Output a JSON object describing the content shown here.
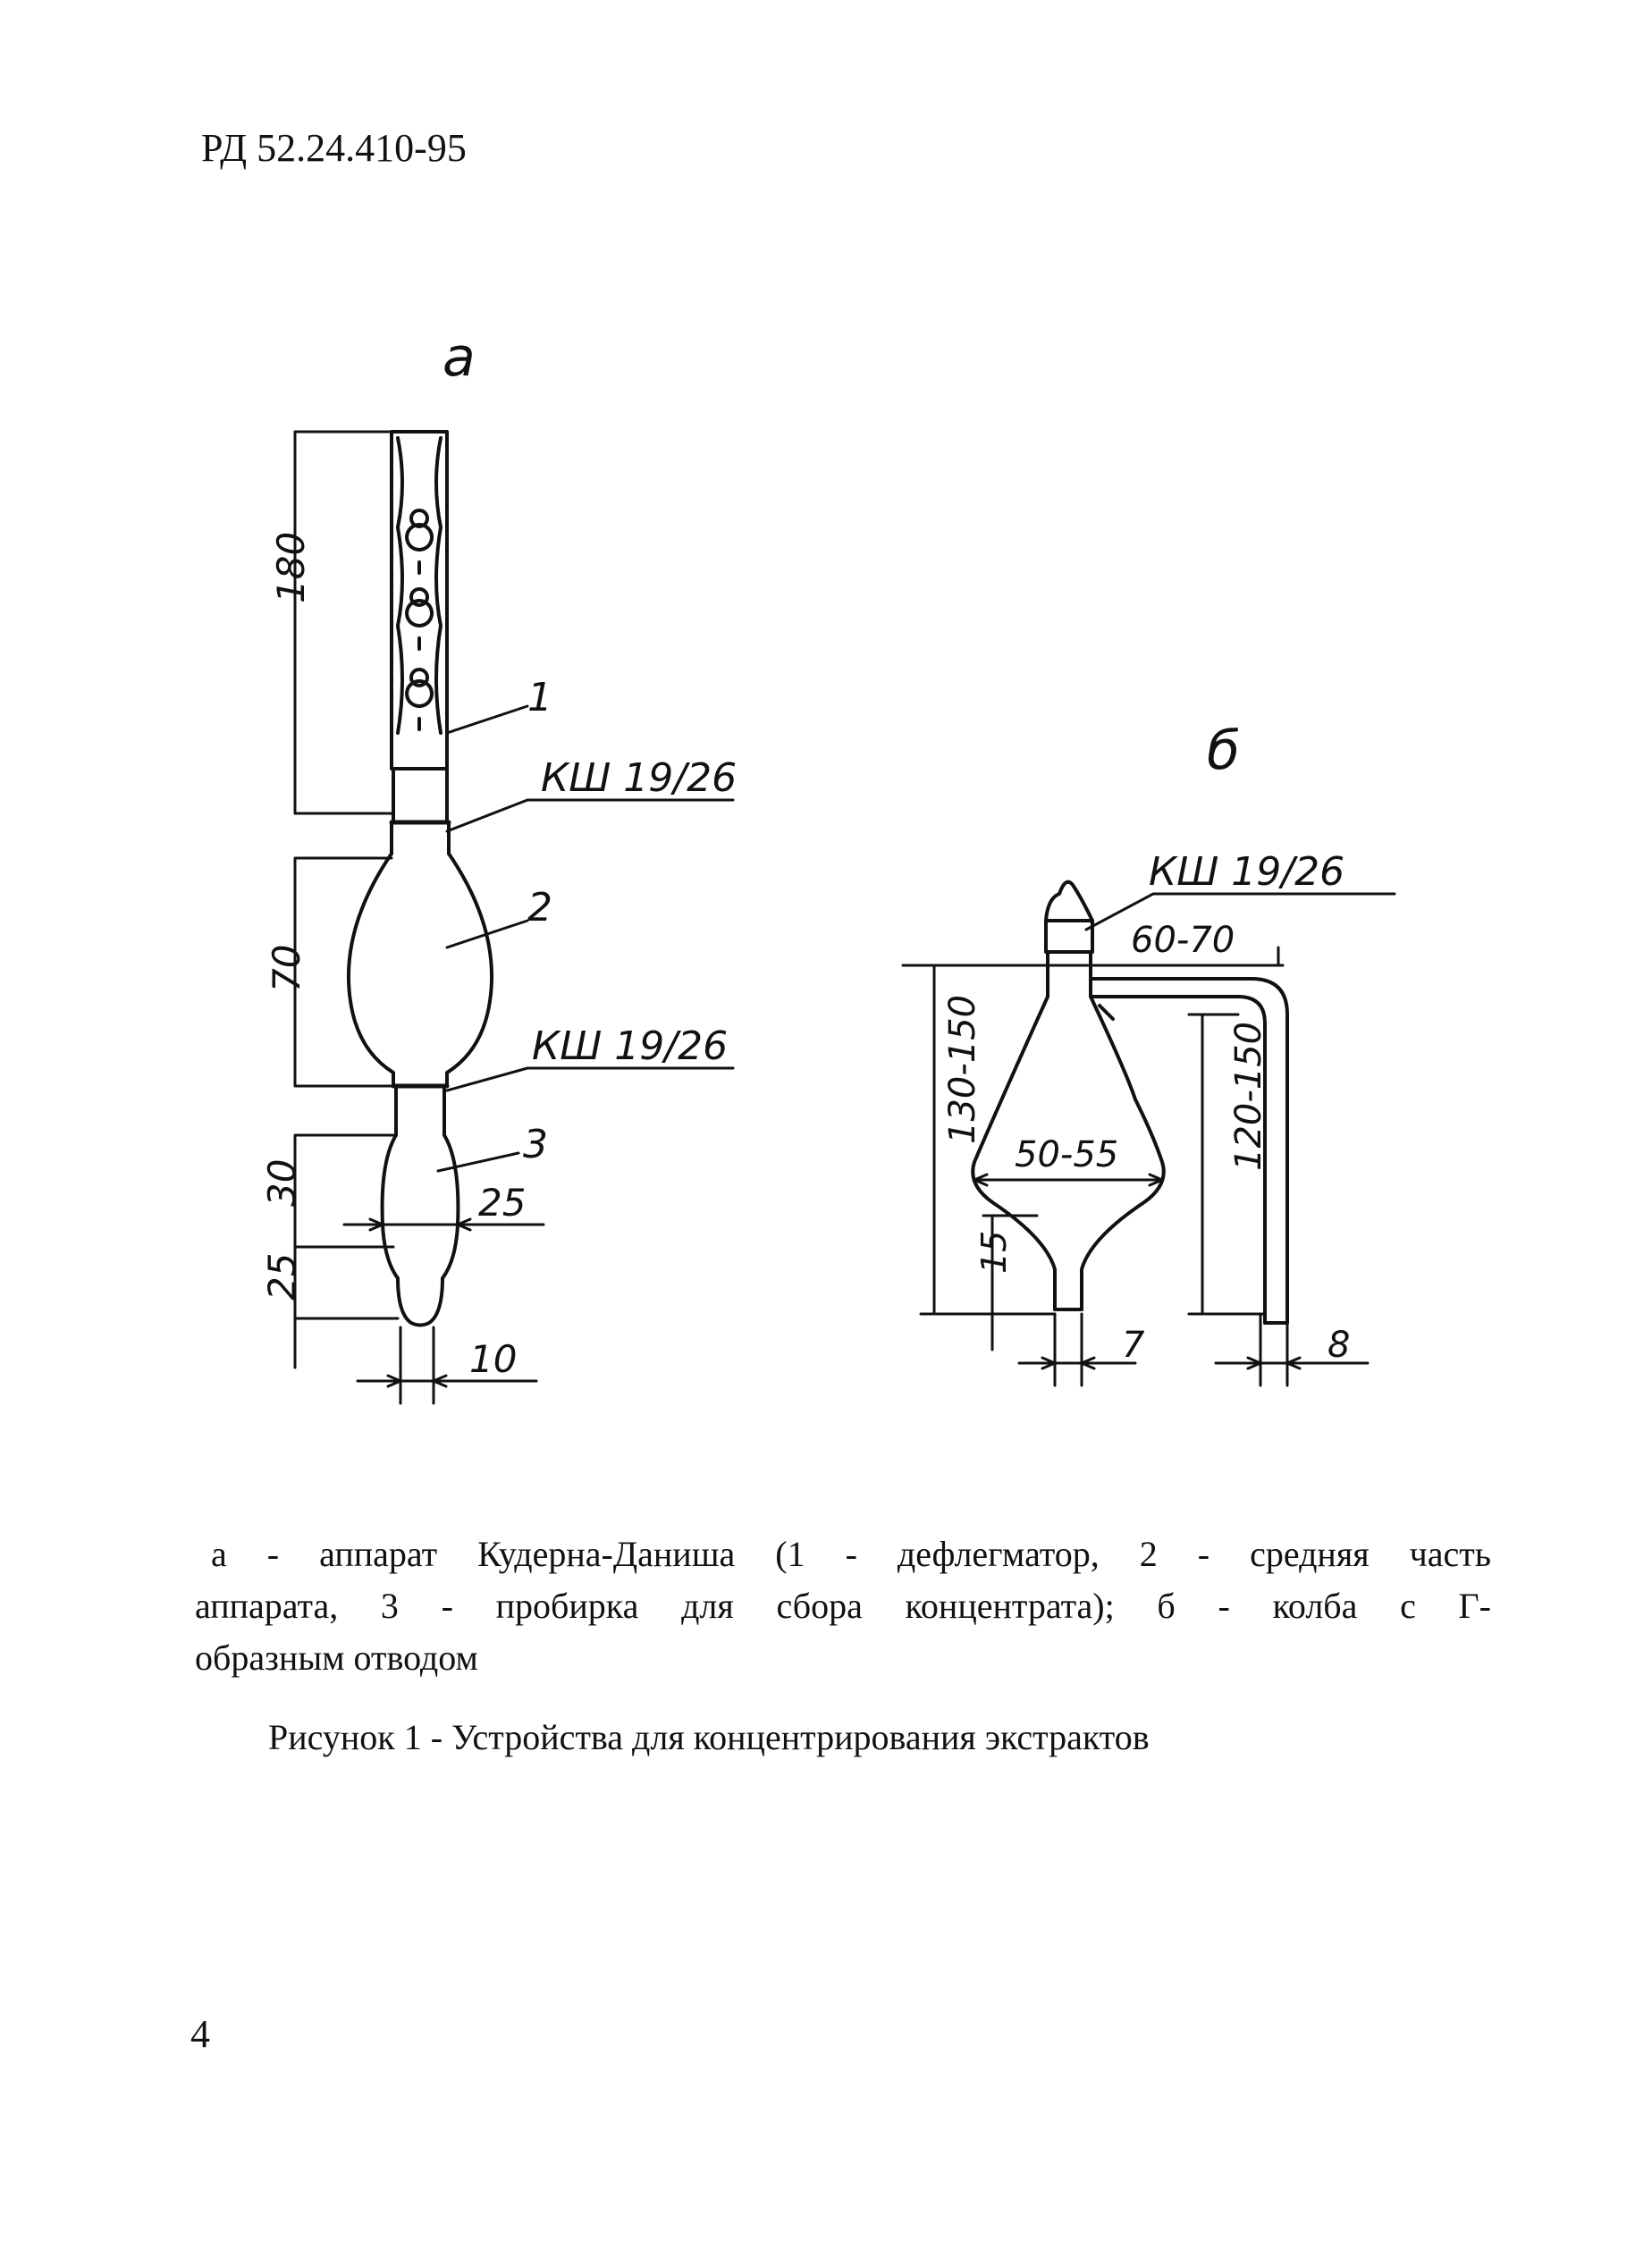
{
  "header": {
    "doc_id": "РД 52.24.410-95"
  },
  "figure": {
    "panel_a": {
      "label": "а",
      "part_1": "1",
      "part_2": "2",
      "part_3": "3",
      "joint_upper": "КШ 19/26",
      "joint_lower": "КШ 19/26",
      "dim_180": "180",
      "dim_70": "70",
      "dim_30": "30",
      "dim_25_vertical": "25",
      "dim_25_width": "25",
      "dim_10": "10"
    },
    "panel_b": {
      "label": "б",
      "joint": "КШ 19/26",
      "dim_60_70": "60-70",
      "dim_130_150": "130-150",
      "dim_120_150": "120-150",
      "dim_50_55": "50-55",
      "dim_15": "15",
      "dim_7": "7",
      "dim_8": "8"
    }
  },
  "caption": {
    "line1": "а - аппарат Кудерна-Даниша (1 - дефлегматор, 2 - средняя часть",
    "line2": "аппарата, 3 - пробирка для сбора концентрата); б - колба с Г-",
    "line3": "образным отводом"
  },
  "figure_title": "Рисунок 1 - Устройства для концентрирования экстрактов",
  "page_number": "4"
}
